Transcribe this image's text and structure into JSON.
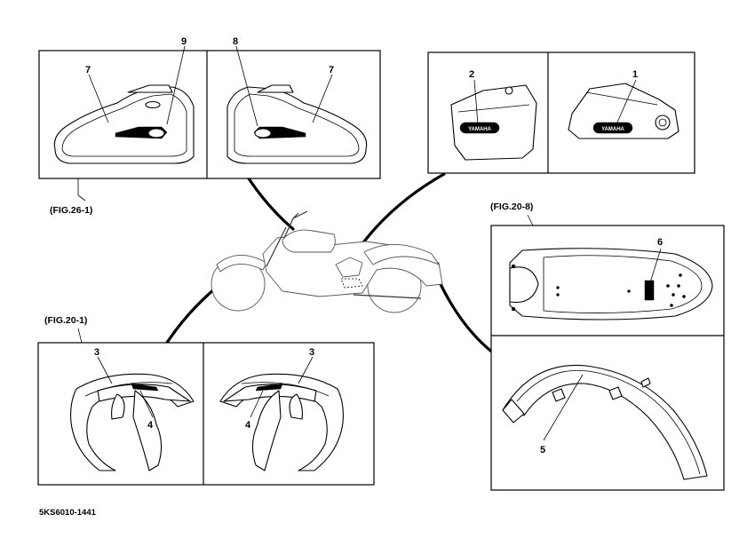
{
  "figure_refs": {
    "tank": "(FIG.26-1)",
    "seat": "(FIG.20-8)",
    "front_fender": "(FIG.20-1)"
  },
  "callouts": {
    "c1": "1",
    "c2": "2",
    "c3_left": "3",
    "c3_right": "3",
    "c4_left": "4",
    "c4_right": "4",
    "c5": "5",
    "c6": "6",
    "c7_left": "7",
    "c7_right": "7",
    "c8": "8",
    "c9": "9"
  },
  "drawing_code": "5KS6010-1441"
}
